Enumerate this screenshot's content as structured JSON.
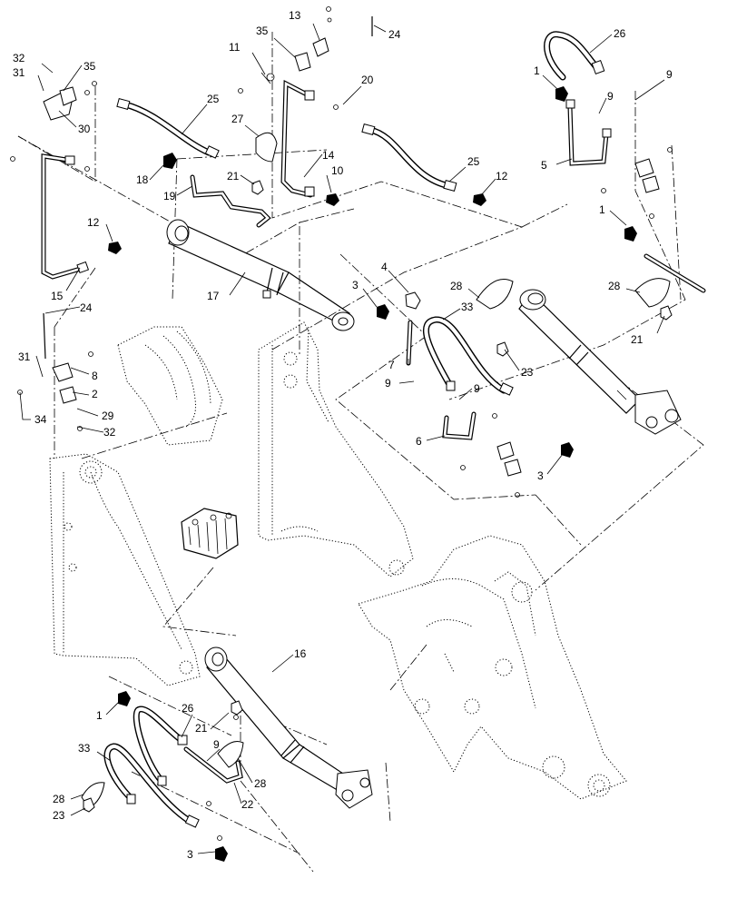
{
  "callouts": [
    {
      "id": "c1",
      "text": "32"
    },
    {
      "id": "c2",
      "text": "31"
    },
    {
      "id": "c3",
      "text": "35"
    },
    {
      "id": "c4",
      "text": "30"
    },
    {
      "id": "c5",
      "text": "11"
    },
    {
      "id": "c6",
      "text": "35"
    },
    {
      "id": "c7",
      "text": "13"
    },
    {
      "id": "c8",
      "text": "24"
    },
    {
      "id": "c9",
      "text": "25"
    },
    {
      "id": "c10",
      "text": "27"
    },
    {
      "id": "c11",
      "text": "20"
    },
    {
      "id": "c12",
      "text": "18"
    },
    {
      "id": "c13",
      "text": "21"
    },
    {
      "id": "c14",
      "text": "19"
    },
    {
      "id": "c15",
      "text": "14"
    },
    {
      "id": "c16",
      "text": "10"
    },
    {
      "id": "c17",
      "text": "25"
    },
    {
      "id": "c18",
      "text": "12"
    },
    {
      "id": "c19",
      "text": "26"
    },
    {
      "id": "c20",
      "text": "1"
    },
    {
      "id": "c21",
      "text": "9"
    },
    {
      "id": "c22",
      "text": "9"
    },
    {
      "id": "c23",
      "text": "5"
    },
    {
      "id": "c24",
      "text": "1"
    },
    {
      "id": "c25",
      "text": "12"
    },
    {
      "id": "c26",
      "text": "15"
    },
    {
      "id": "c27",
      "text": "17"
    },
    {
      "id": "c28",
      "text": "3"
    },
    {
      "id": "c29",
      "text": "4"
    },
    {
      "id": "c30",
      "text": "28"
    },
    {
      "id": "c31",
      "text": "33"
    },
    {
      "id": "c32",
      "text": "28"
    },
    {
      "id": "c33",
      "text": "21"
    },
    {
      "id": "c34",
      "text": "24"
    },
    {
      "id": "c35",
      "text": "31"
    },
    {
      "id": "c36",
      "text": "8"
    },
    {
      "id": "c37",
      "text": "2"
    },
    {
      "id": "c38",
      "text": "29"
    },
    {
      "id": "c39",
      "text": "34"
    },
    {
      "id": "c40",
      "text": "32"
    },
    {
      "id": "c41",
      "text": "7"
    },
    {
      "id": "c42",
      "text": "9"
    },
    {
      "id": "c43",
      "text": "23"
    },
    {
      "id": "c44",
      "text": "9"
    },
    {
      "id": "c45",
      "text": "6"
    },
    {
      "id": "c46",
      "text": "3"
    },
    {
      "id": "c47",
      "text": "16"
    },
    {
      "id": "c48",
      "text": "1"
    },
    {
      "id": "c49",
      "text": "26"
    },
    {
      "id": "c50",
      "text": "21"
    },
    {
      "id": "c51",
      "text": "9"
    },
    {
      "id": "c52",
      "text": "33"
    },
    {
      "id": "c53",
      "text": "28"
    },
    {
      "id": "c54",
      "text": "22"
    },
    {
      "id": "c55",
      "text": "28"
    },
    {
      "id": "c56",
      "text": "23"
    },
    {
      "id": "c57",
      "text": "3"
    }
  ]
}
